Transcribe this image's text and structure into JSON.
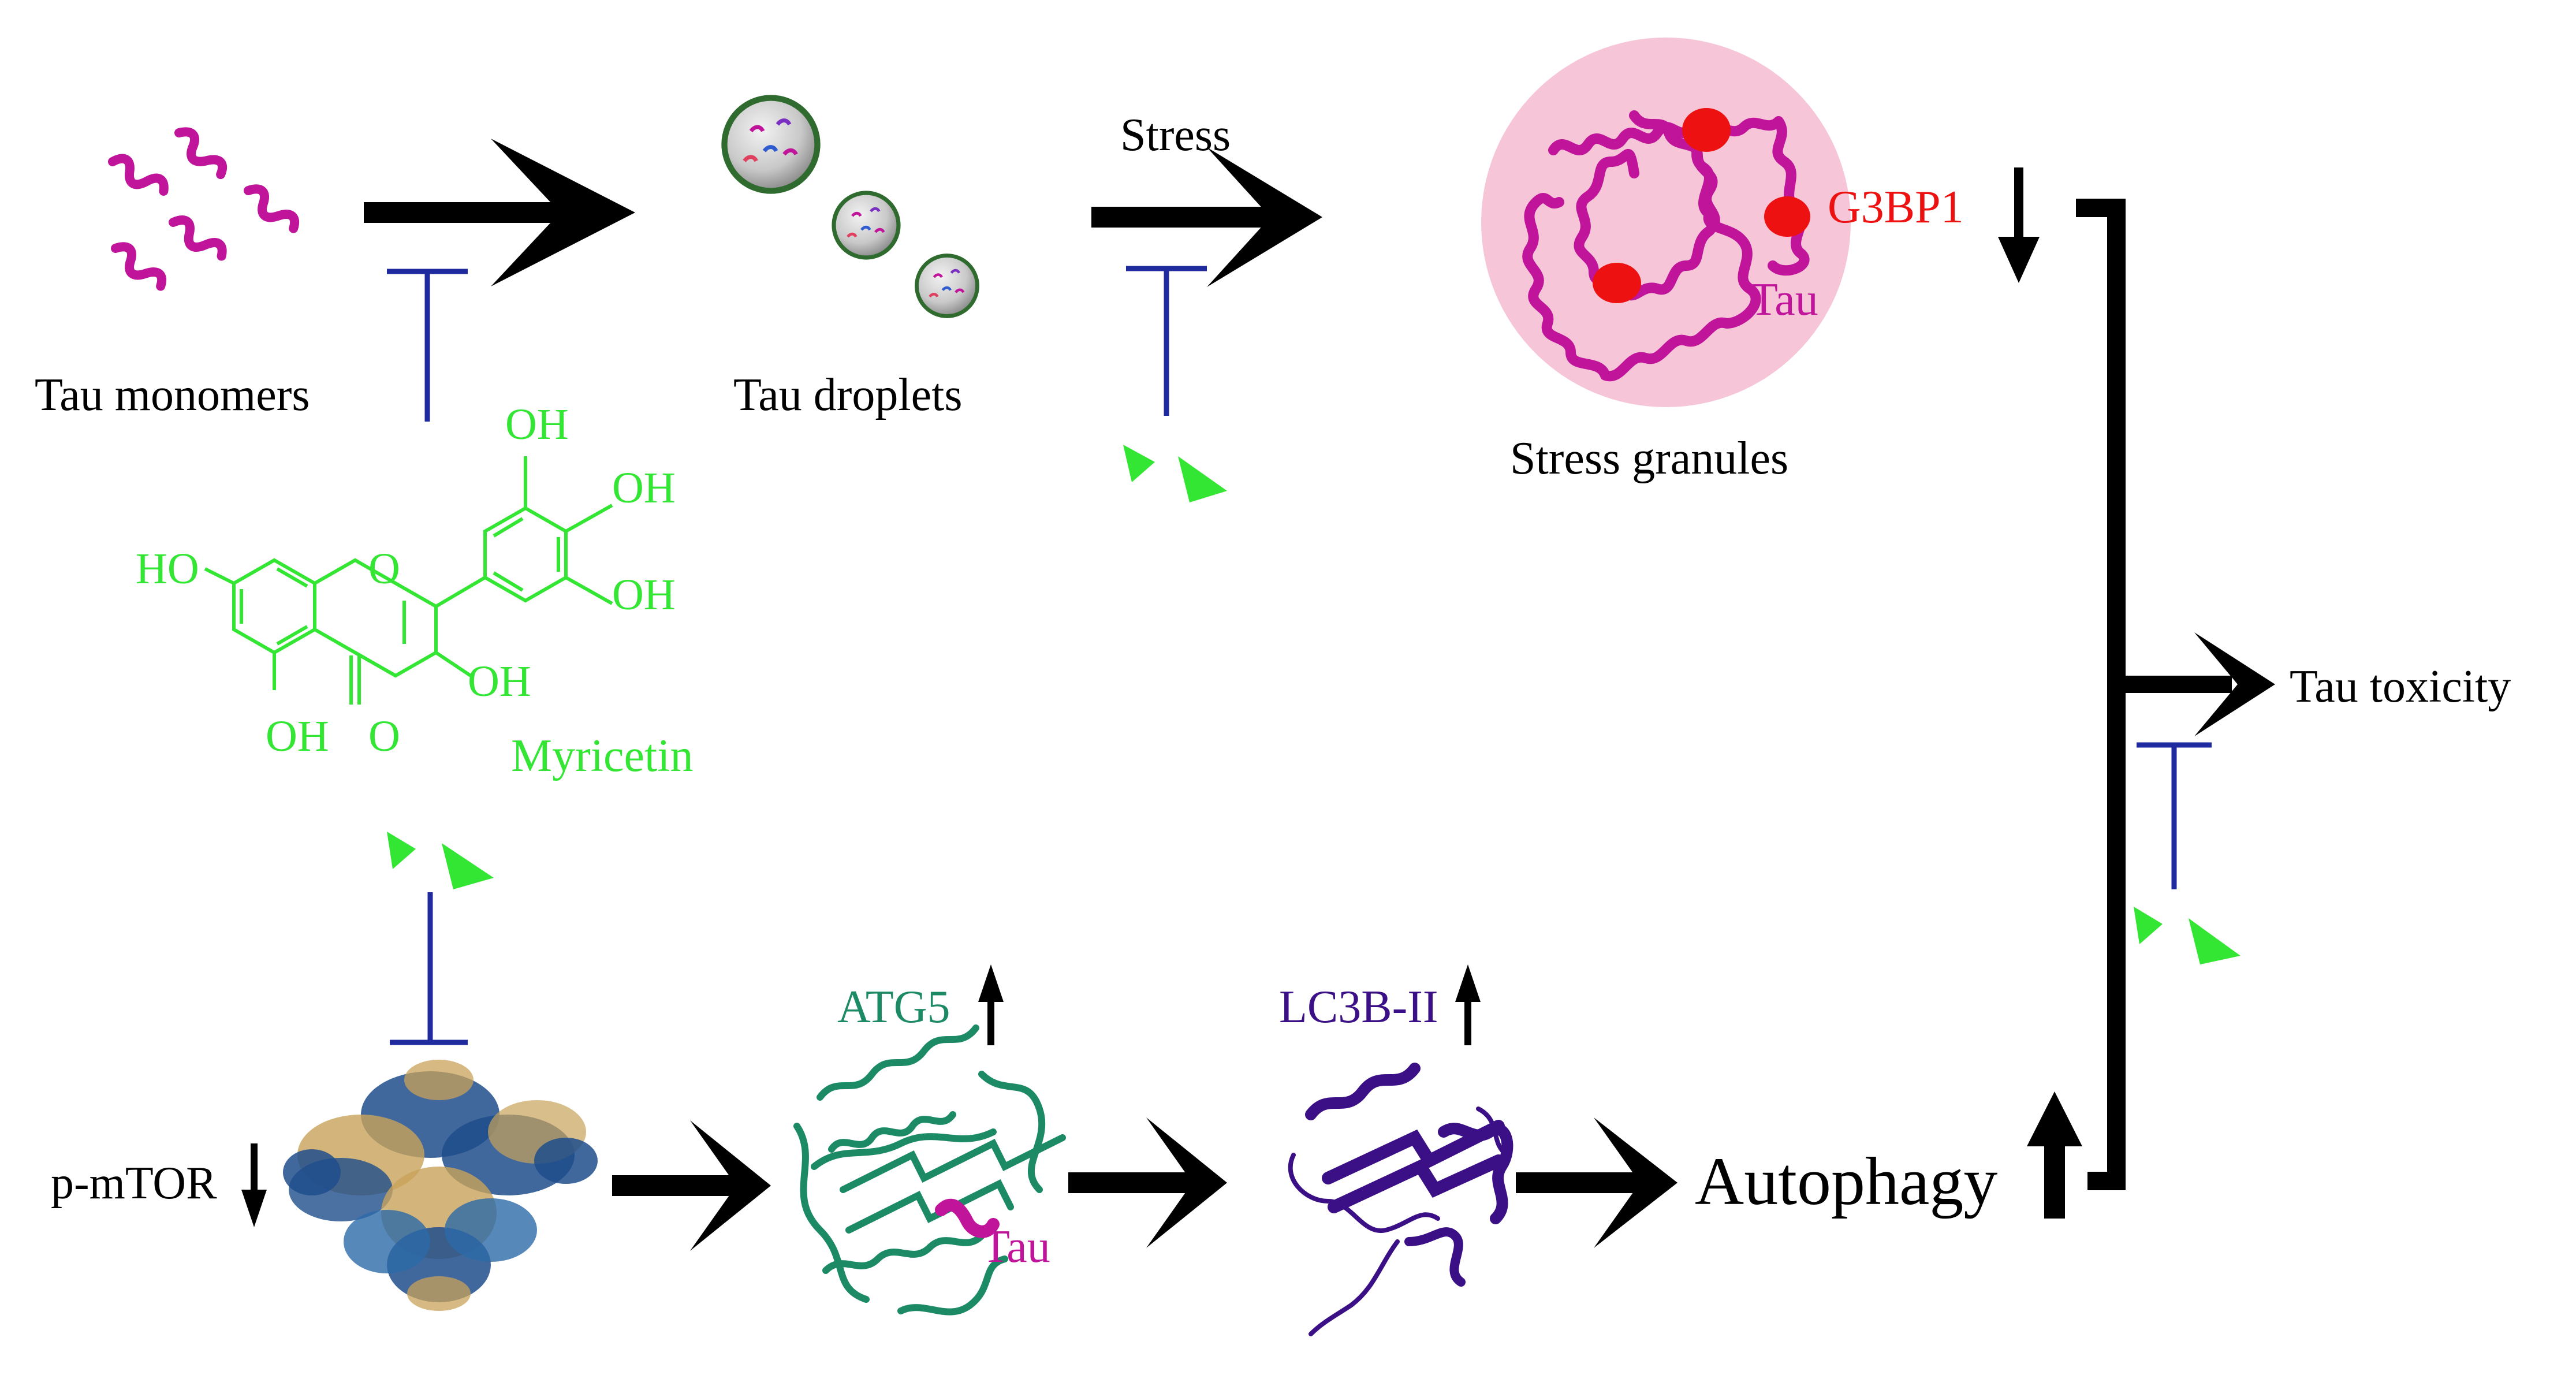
{
  "labels": {
    "tau_monomers": "Tau monomers",
    "tau_droplets": "Tau droplets",
    "stress": "Stress",
    "stress_granules": "Stress granules",
    "tau_in_granule": "Tau",
    "g3bp1": "G3BP1",
    "tau_toxicity": "Tau toxicity",
    "myricetin": "Myricetin",
    "p_mtor": "p-mTOR",
    "atg5": "ATG5",
    "lc3b_ii": "LC3B-II",
    "autophagy": "Autophagy",
    "tau_on_atg5": "Tau"
  },
  "molecule": {
    "oh_top": "OH",
    "oh_right_upper": "OH",
    "oh_right_lower": "OH",
    "ho_left": "HO",
    "ring_o": "O",
    "oh_c3": "OH",
    "oh_c5": "OH",
    "carbonyl_o": "O"
  },
  "colors": {
    "black": "#000000",
    "inhibitor_blue": "#1f2a9e",
    "myricetin_green": "#33e633",
    "tau_magenta": "#c0149a",
    "g3bp1_red": "#ee1111",
    "granule_pink": "#f6c6d8",
    "atg5_teal": "#1d8a66",
    "lc3b_purple": "#3b0f85",
    "mtor_blue": "#1e4d8c",
    "mtor_gold": "#c8a25a"
  },
  "icons": [
    "arrow-icon",
    "inhibition-bar-icon",
    "down-arrow-icon",
    "up-arrow-icon",
    "myricetin-triangles-icon",
    "tau-worm-icon",
    "droplet-icon",
    "protein-structure-icon"
  ]
}
